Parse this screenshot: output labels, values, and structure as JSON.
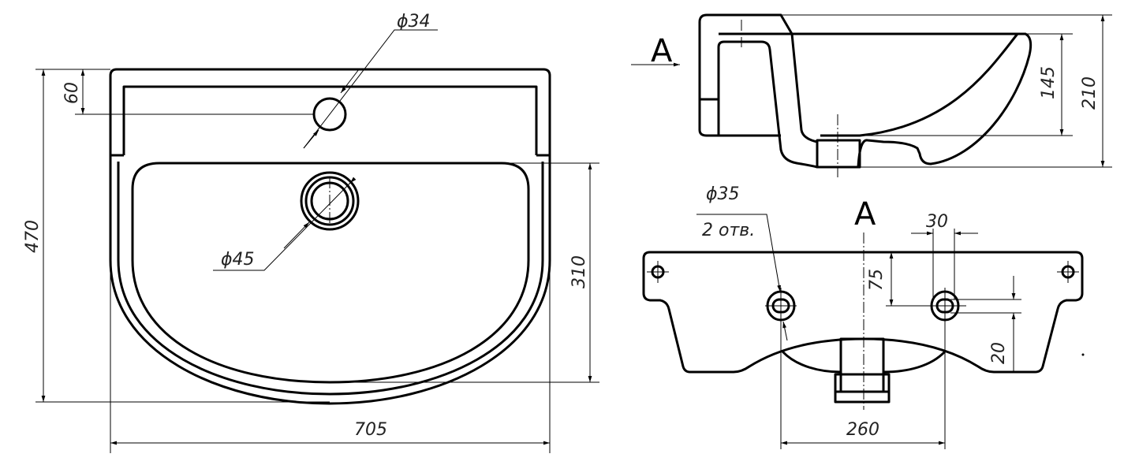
{
  "front_view": {
    "dim_width": "705",
    "dim_height": "470",
    "dim_tap_offset": "60",
    "dim_bowl_depth": "310",
    "tap_hole_diameter": "ϕ34",
    "drain_diameter": "ϕ45"
  },
  "side_view": {
    "view_marker": "A",
    "dim_bowl_height": "145",
    "dim_total_height": "210"
  },
  "view_a": {
    "title": "A",
    "hole_diameter": "ϕ35",
    "hole_count": "2 отв.",
    "dim_hole_spacing": "260",
    "dim_30": "30",
    "dim_75": "75",
    "dim_20": "20"
  }
}
